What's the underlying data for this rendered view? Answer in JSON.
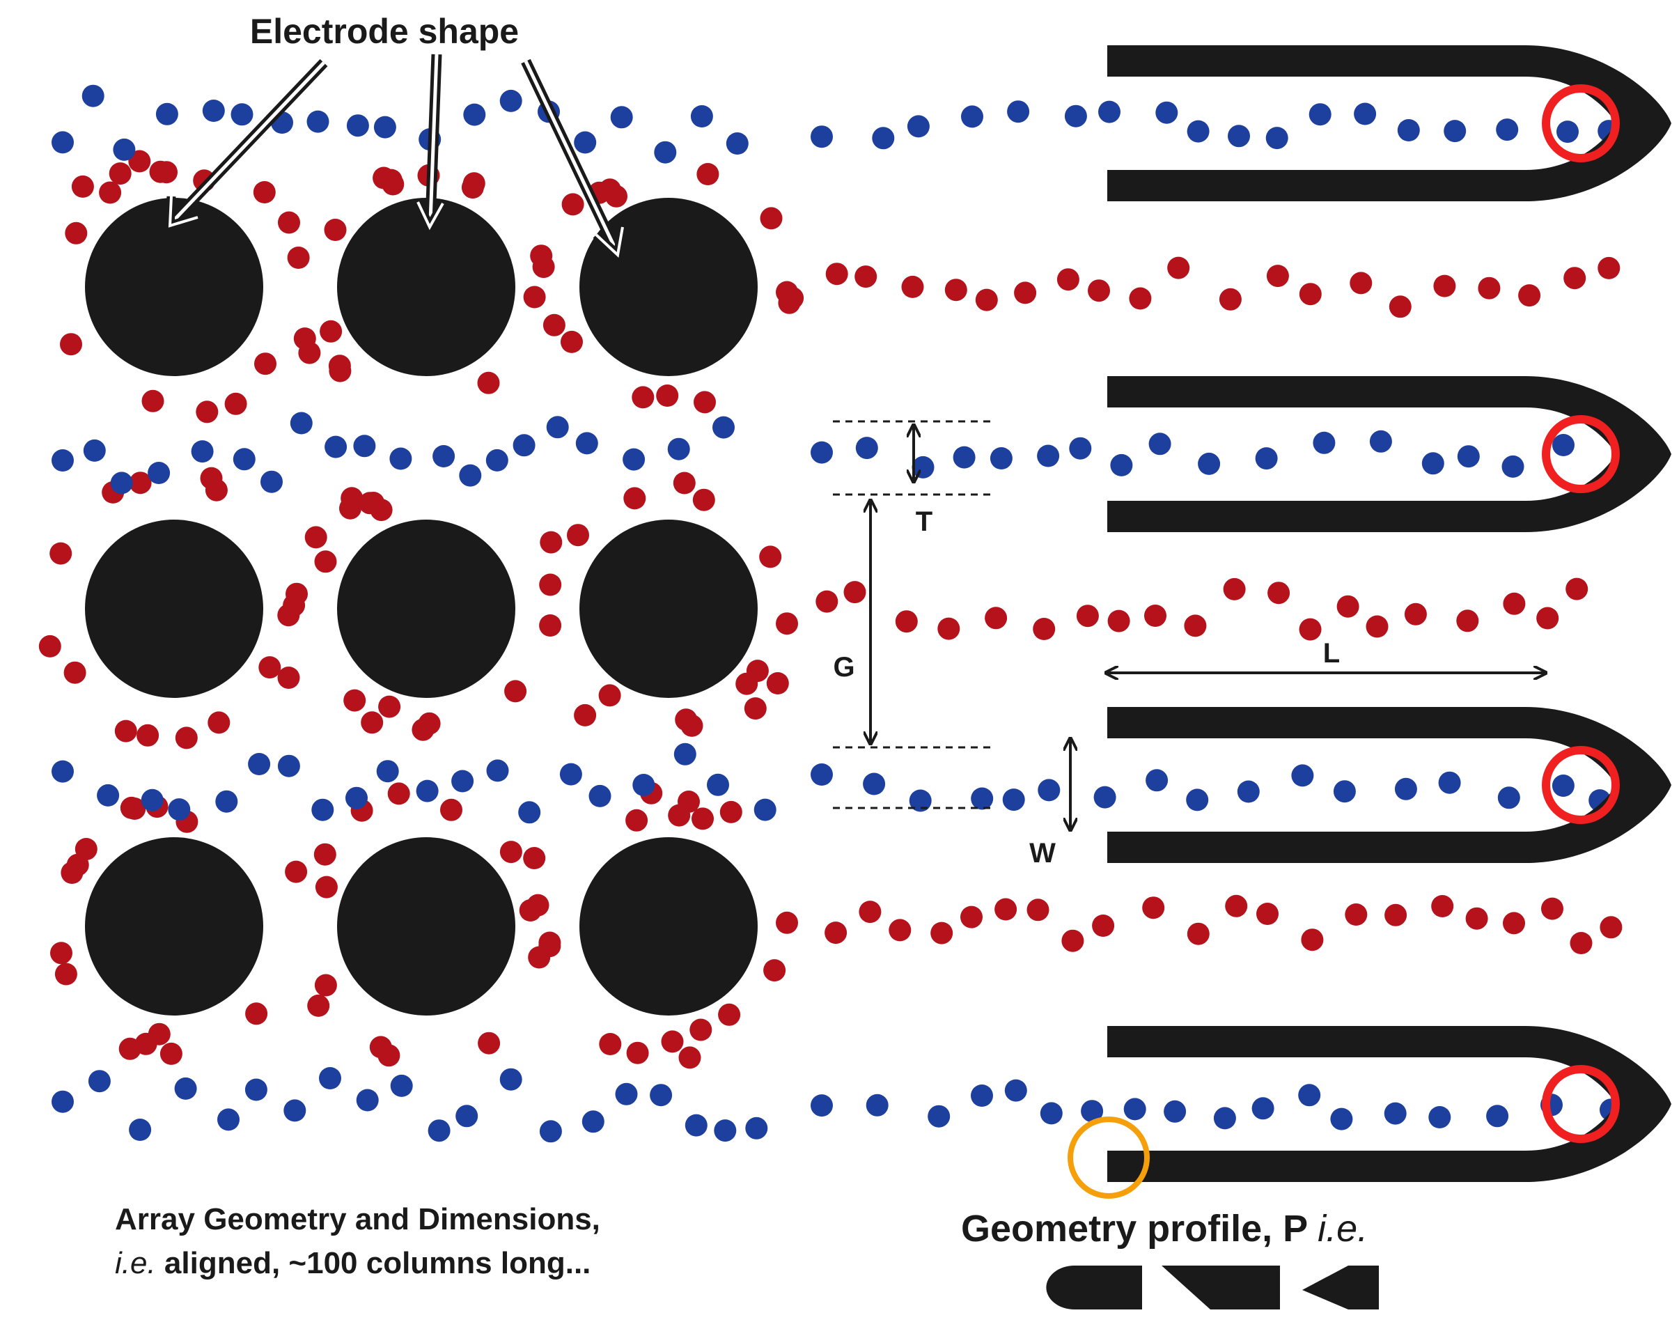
{
  "labels": {
    "electrode_shape": "Electrode shape",
    "t": "T",
    "g": "G",
    "l": "L",
    "w": "W",
    "array_line1": "Array Geometry and Dimensions,",
    "array_line2_ie": "i.e.",
    "array_line2_rest": " aligned, ~100 columns long...",
    "profile_main": "Geometry profile, P ",
    "profile_ie": "i.e."
  },
  "colors": {
    "electrode": "#1a1a1a",
    "positive_particle": "#b5121b",
    "negative_particle": "#1d3f9e",
    "highlight_red": "#f02020",
    "highlight_orange": "#f5a00a",
    "background": "#ffffff"
  },
  "icons": {
    "dimension_arrow": "double-headed-arrow",
    "profile_shapes": [
      "rounded-tip-shape",
      "chamfer-shape",
      "pointed-tip-shape"
    ]
  }
}
